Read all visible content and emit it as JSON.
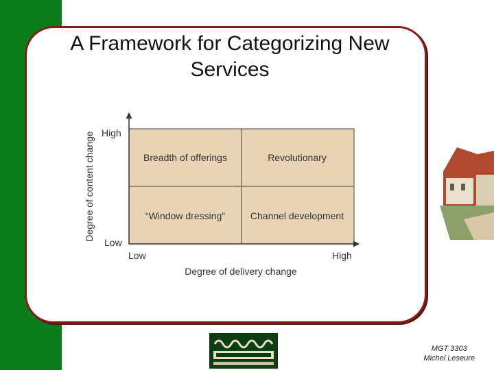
{
  "slide": {
    "title_line1": "A Framework for Categorizing New",
    "title_line2": "Services"
  },
  "diagram": {
    "y_axis_label": "Degree of content change",
    "x_axis_label": "Degree of delivery change",
    "y_high": "High",
    "y_low": "Low",
    "x_low": "Low",
    "x_high": "High",
    "quadrants": {
      "top_left": "Breadth of offerings",
      "top_right": "Revolutionary",
      "bottom_left": "“Window dressing”",
      "bottom_right": "Channel development"
    }
  },
  "footer": {
    "course": "MGT 3303",
    "author": "Michel Leseure"
  },
  "colors": {
    "sidebar": "#0a7c1a",
    "card_border": "#8a1a1a",
    "quadrant_fill": "#e8d3b4"
  }
}
